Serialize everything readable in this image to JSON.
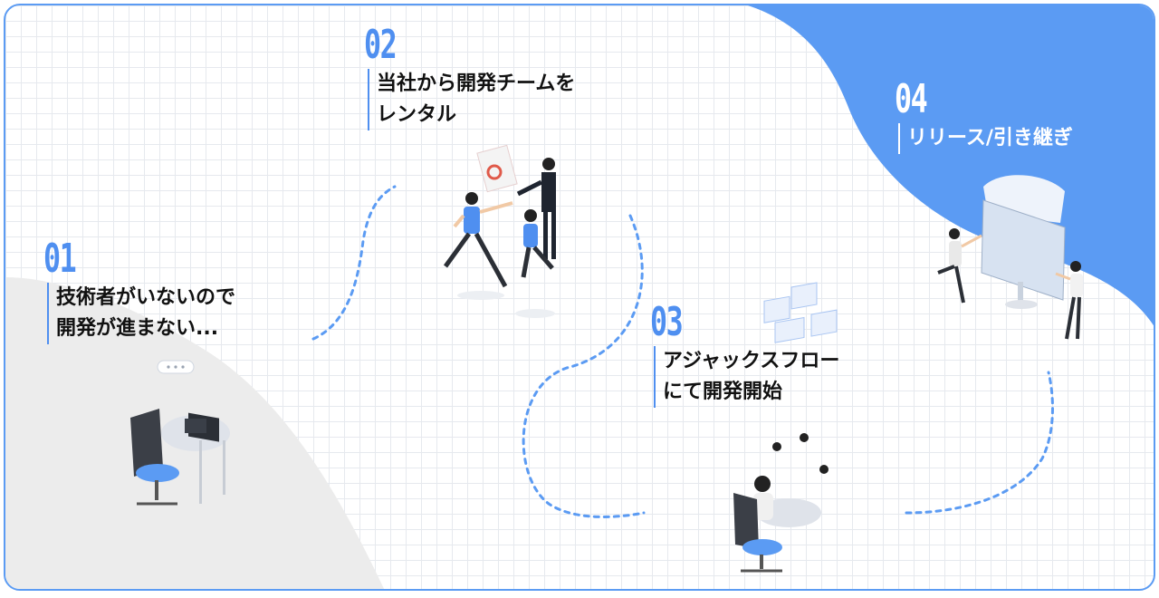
{
  "steps": [
    {
      "number": "01",
      "line1": "技術者がいないので",
      "line2": "開発が進まない..."
    },
    {
      "number": "02",
      "line1": "当社から開発チームを",
      "line2": "レンタル"
    },
    {
      "number": "03",
      "line1": "アジャックスフロー",
      "line2": "にて開発開始"
    },
    {
      "number": "04",
      "line1": "リリース/引き継ぎ",
      "line2": ""
    }
  ],
  "colors": {
    "accent": "#4f8ff0",
    "blob_blue": "#5b9bf3",
    "blob_gray": "#ececec",
    "dash": "#5b9bf3"
  },
  "illustrations": [
    "person-at-desk-illustration",
    "team-handshake-illustration",
    "developer-video-call-illustration",
    "release-monitor-illustration"
  ]
}
